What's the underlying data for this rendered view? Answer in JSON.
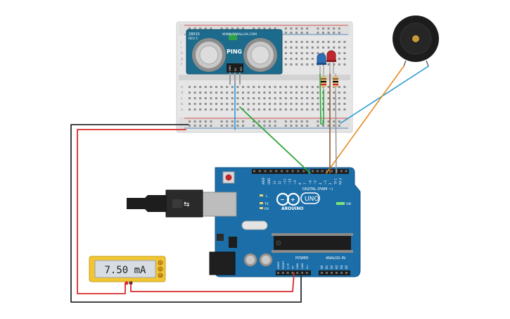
{
  "sensor": {
    "name": "PING",
    "brand": "WWW.PARALLAX.COM",
    "model": "28015",
    "rev": "REV C",
    "pins": [
      "GND",
      "5V",
      "SIG"
    ]
  },
  "arduino": {
    "name": "ARDUINO",
    "model": "UNO",
    "digital_label": "DIGITAL (PWM ~)",
    "analog_label": "ANALOG IN",
    "power_label": "POWER",
    "on_label": "ON",
    "l_label": "L",
    "tx_label": "TX",
    "rx_label": "RX",
    "aref_label": "AREF",
    "gnd_label": "GND",
    "top_pins": [
      "13",
      "12",
      "~11",
      "~10",
      "~9",
      "8",
      "7",
      "~6",
      "~5",
      "4",
      "~3",
      "2",
      "TX 1",
      "RX 0"
    ],
    "power_pins": [
      "IOREF",
      "RESET",
      "3.3V",
      "5V",
      "GND",
      "GND",
      "Vin"
    ],
    "analog_pins": [
      "A0",
      "A1",
      "A2",
      "A3",
      "A4",
      "A5"
    ]
  },
  "multimeter": {
    "reading": "7.50 mA",
    "terminals": [
      "A",
      "V",
      "COM"
    ]
  },
  "breadboard": {
    "row_labels_left": [
      "a",
      "b",
      "c",
      "d",
      "e",
      "f",
      "g",
      "h",
      "i",
      "j"
    ]
  },
  "colors": {
    "arduino_blue": "#1b6ea8",
    "breadboard": "#e6e6e6",
    "sensor_board": "#1c6a8c",
    "wire_red": "#d9292c",
    "wire_black": "#2b2b2b",
    "wire_green": "#2fa53a",
    "wire_blue": "#2b9bd2",
    "wire_orange": "#e8891d",
    "wire_brown": "#8a5a32",
    "wire_gray": "#9a9a9a",
    "led_red": "#c0262b",
    "led_blue": "#2b6fb6",
    "multimeter_body": "#f2c531"
  },
  "icons": [
    "usb-cable-icon",
    "buzzer-icon",
    "reset-button-icon",
    "chip-icon",
    "power-jack-icon"
  ]
}
